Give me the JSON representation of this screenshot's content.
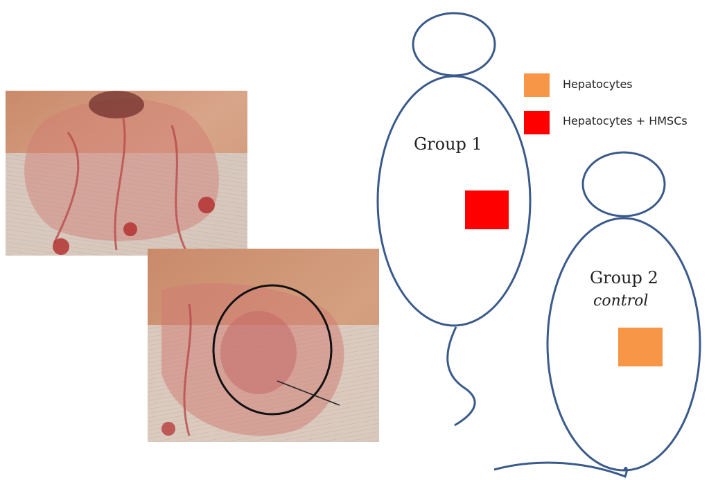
{
  "legend": {
    "items": [
      {
        "label": "Hepatocytes",
        "color": "#f79646"
      },
      {
        "label": "Hepatocytes + HMSCs",
        "color": "#ff0000"
      }
    ]
  },
  "groups": [
    {
      "title": "Group 1",
      "subtitle": "",
      "square_color": "#ff0000"
    },
    {
      "title": "Group 2",
      "subtitle": "control",
      "square_color": "#f79646"
    }
  ],
  "colors": {
    "outline": "#3a5a8c",
    "marking_circle": "#111111"
  },
  "photos": [
    {
      "name": "mesentery-photo-before-implantation"
    },
    {
      "name": "mesentery-photo-after-implantation"
    }
  ]
}
